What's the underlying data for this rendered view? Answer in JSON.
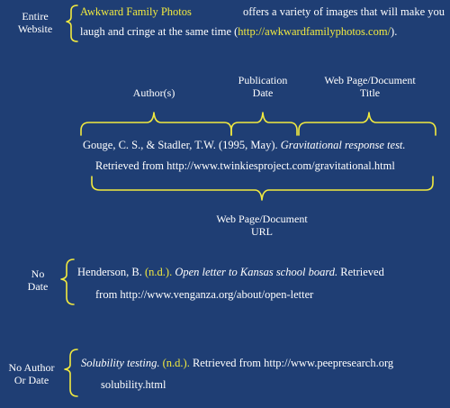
{
  "colors": {
    "background": "#1f3e74",
    "text": "#ffffff",
    "highlight": "#f2ea3f",
    "bracket": "#f2ea3f"
  },
  "sections": {
    "entire_website": {
      "label_line1": "Entire",
      "label_line2": "Website",
      "line1": {
        "site_name": "Awkward Family Photos",
        "rest": " offers a variety of images that will make you"
      },
      "line2": {
        "text": "laugh and cringe at the same time (",
        "url": "http://awkwardfamilyphotos.com/",
        "end": ")."
      }
    },
    "webpage": {
      "label_author": "Author(s)",
      "label_pubdate_line1": "Publication",
      "label_pubdate_line2": "Date",
      "label_title_line1": "Web Page/Document",
      "label_title_line2": "Title",
      "citation_line1": {
        "author": "Gouge, C. S., & Stadler, T.W.",
        "date": " (1995, May). ",
        "title": "Gravitational response test."
      },
      "citation_line2": "Retrieved from http://www.twinkiesproject.com/gravitational.html",
      "label_url_line1": "Web Page/Document",
      "label_url_line2": "URL"
    },
    "no_date": {
      "label_line1": "No",
      "label_line2": "Date",
      "line1": {
        "author": "Henderson, B. ",
        "nd": "(n.d.).",
        "title": " Open letter to Kansas school board.",
        "rest": " Retrieved"
      },
      "line2": "from http://www.venganza.org/about/open-letter"
    },
    "no_author_date": {
      "label_line1": "No Author",
      "label_line2": "Or Date",
      "line1": {
        "title": "Solubility testing.",
        "nd": " (n.d.).",
        "rest": " Retrieved from http://www.peepresearch.org"
      },
      "line2": "solubility.html"
    }
  }
}
